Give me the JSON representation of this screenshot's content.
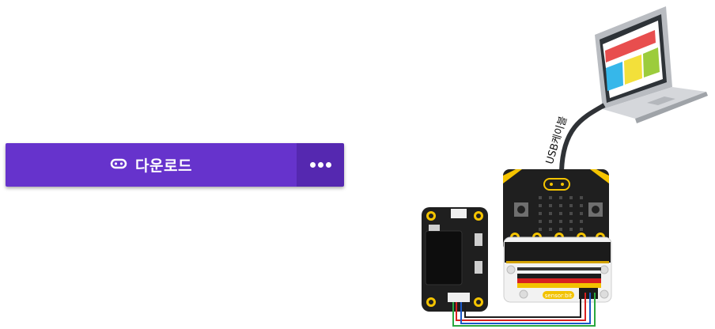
{
  "download": {
    "label": "다운로드",
    "icon": "microbit-link-icon",
    "more_icon": "ellipsis-icon",
    "button_color": "#6633cc",
    "more_color": "#5528b0"
  },
  "diagram": {
    "cable_label": "USB케이블",
    "laptop_icon": "laptop-icon",
    "board_icon": "microbit-board-icon",
    "expansion_icon": "sensor-bit-board-icon",
    "module_icon": "sensor-module-icon",
    "expansion_brand": "sensor:bit"
  }
}
